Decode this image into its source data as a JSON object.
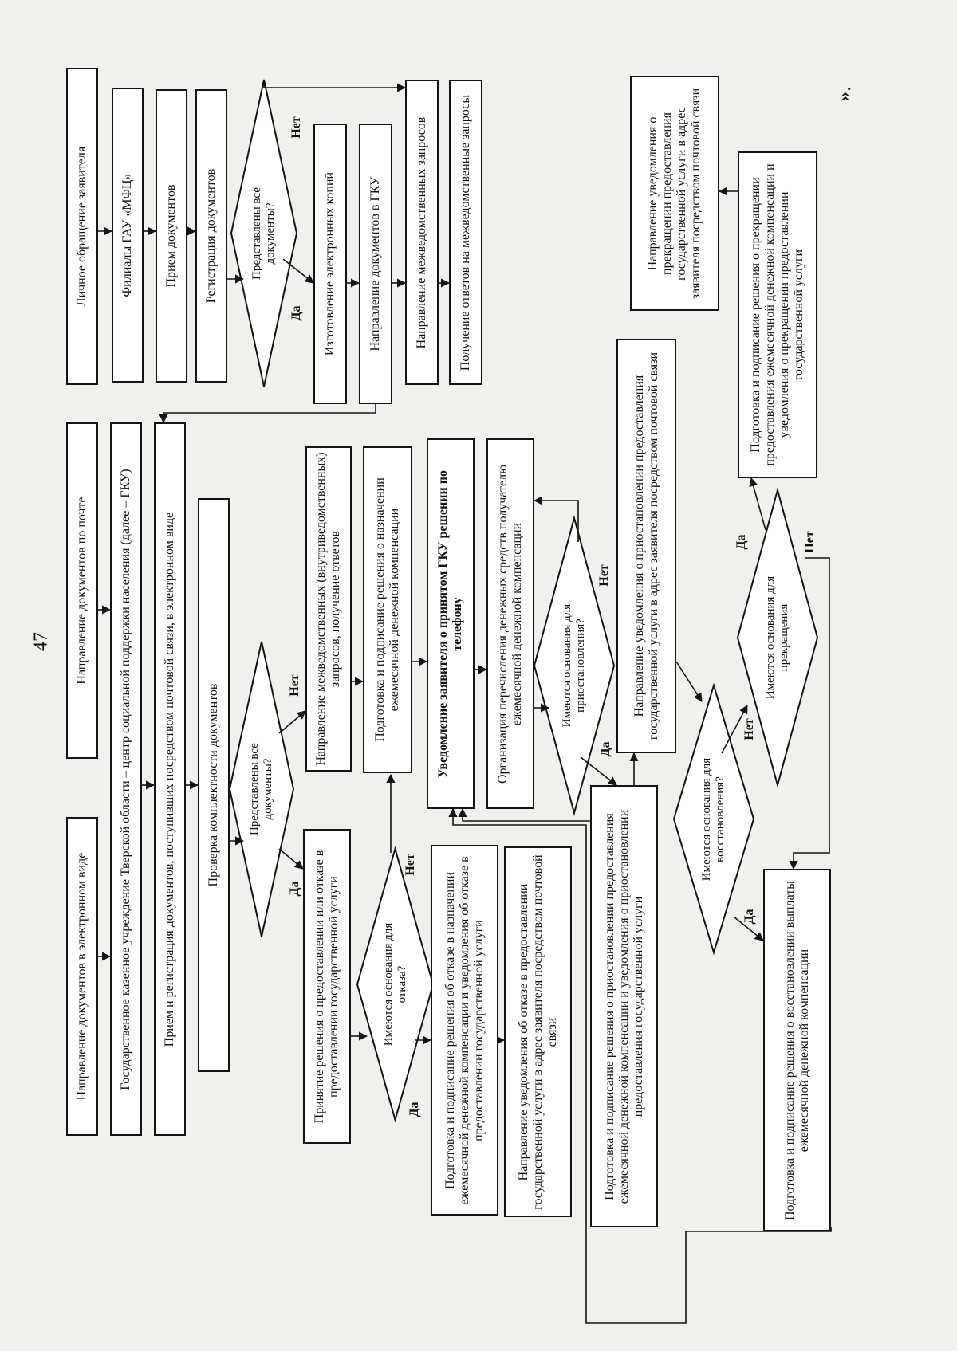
{
  "page_number": "47",
  "closing_mark": "».",
  "colors": {
    "line": "#141414",
    "box": "#ffffff",
    "paper": "#f1f0ec"
  },
  "nodes": {
    "personal_request": "Личное обращение заявителя",
    "mfc_branches": "Филиалы ГАУ «МФЦ»",
    "mfc_receive_docs": "Прием документов",
    "mfc_register_docs": "Регистрация документов",
    "mfc_all_docs_q": "Представлены все документы?",
    "make_e_copies": "Изготовление электронных копий",
    "send_docs_gku": "Направление документов в ГКУ",
    "send_interagency": "Направление межведомственных запросов",
    "receive_interagency": "Получение ответов на межведомственные запросы",
    "docs_by_mail": "Направление документов по почте",
    "docs_electronic": "Направление документов в электронном виде",
    "gku": "Государственное казенное учреждение Тверской области – центр социальной поддержки населения (далее – ГКУ)",
    "gku_receive_register": "Прием и регистрация документов, поступивших посредством почтовой связи, в электронном виде",
    "check_completeness": "Проверка комплектности документов",
    "gku_all_docs_q": "Представлены все документы?",
    "gku_requests": "Направление межведомственных (внутриведомственных) запросов, получение ответов",
    "decision_assign": "Подготовка и подписание решения о назначении ежемесячной денежной компенсации",
    "notify_phone": "Уведомление заявителя о принятом ГКУ решении по телефону",
    "org_transfer": "Организация перечисления денежных средств получателю ежемесячной денежной компенсации",
    "suspend_grounds_q": "Имеются основания для приостановления?",
    "decision_grant_or_refuse": "Принятие решения о предоставлении или отказе в предоставлении государственной услуги",
    "refusal_grounds_q": "Имеются основания для отказа?",
    "decision_refusal": "Подготовка и подписание решения об отказе в назначении ежемесячной денежной компенсации и уведомления об отказе в предоставлении государственной услуги",
    "notify_refusal_mail": "Направление уведомления об отказе в предоставлении государственной услуги в адрес заявителя посредством почтовой связи",
    "decision_suspend": "Подготовка и подписание решения о приостановлении предоставления ежемесячной денежной компенсации и уведомления о приостановлении предоставления государственной услуги",
    "notify_suspend_mail": "Направление уведомления о приостановлении предоставления государственной услуги в адрес заявителя посредством почтовой связи",
    "restore_grounds_q": "Имеются основания для восстановления?",
    "terminate_grounds_q": "Имеются основания для прекращения",
    "decision_terminate": "Подготовка и подписание решения о прекращении предоставления ежемесячной денежной компенсации и уведомления о прекращении предоставлении государственной услуги",
    "notify_terminate_mail": "Направление уведомления о прекращении предоставления государственной услуги в адрес заявителя посредством почтовой связи",
    "decision_restore": "Подготовка и подписание решения о восстановлении выплаты ежемесячной денежной компенсации"
  },
  "labels": {
    "yes": "Да",
    "no": "Нет"
  }
}
